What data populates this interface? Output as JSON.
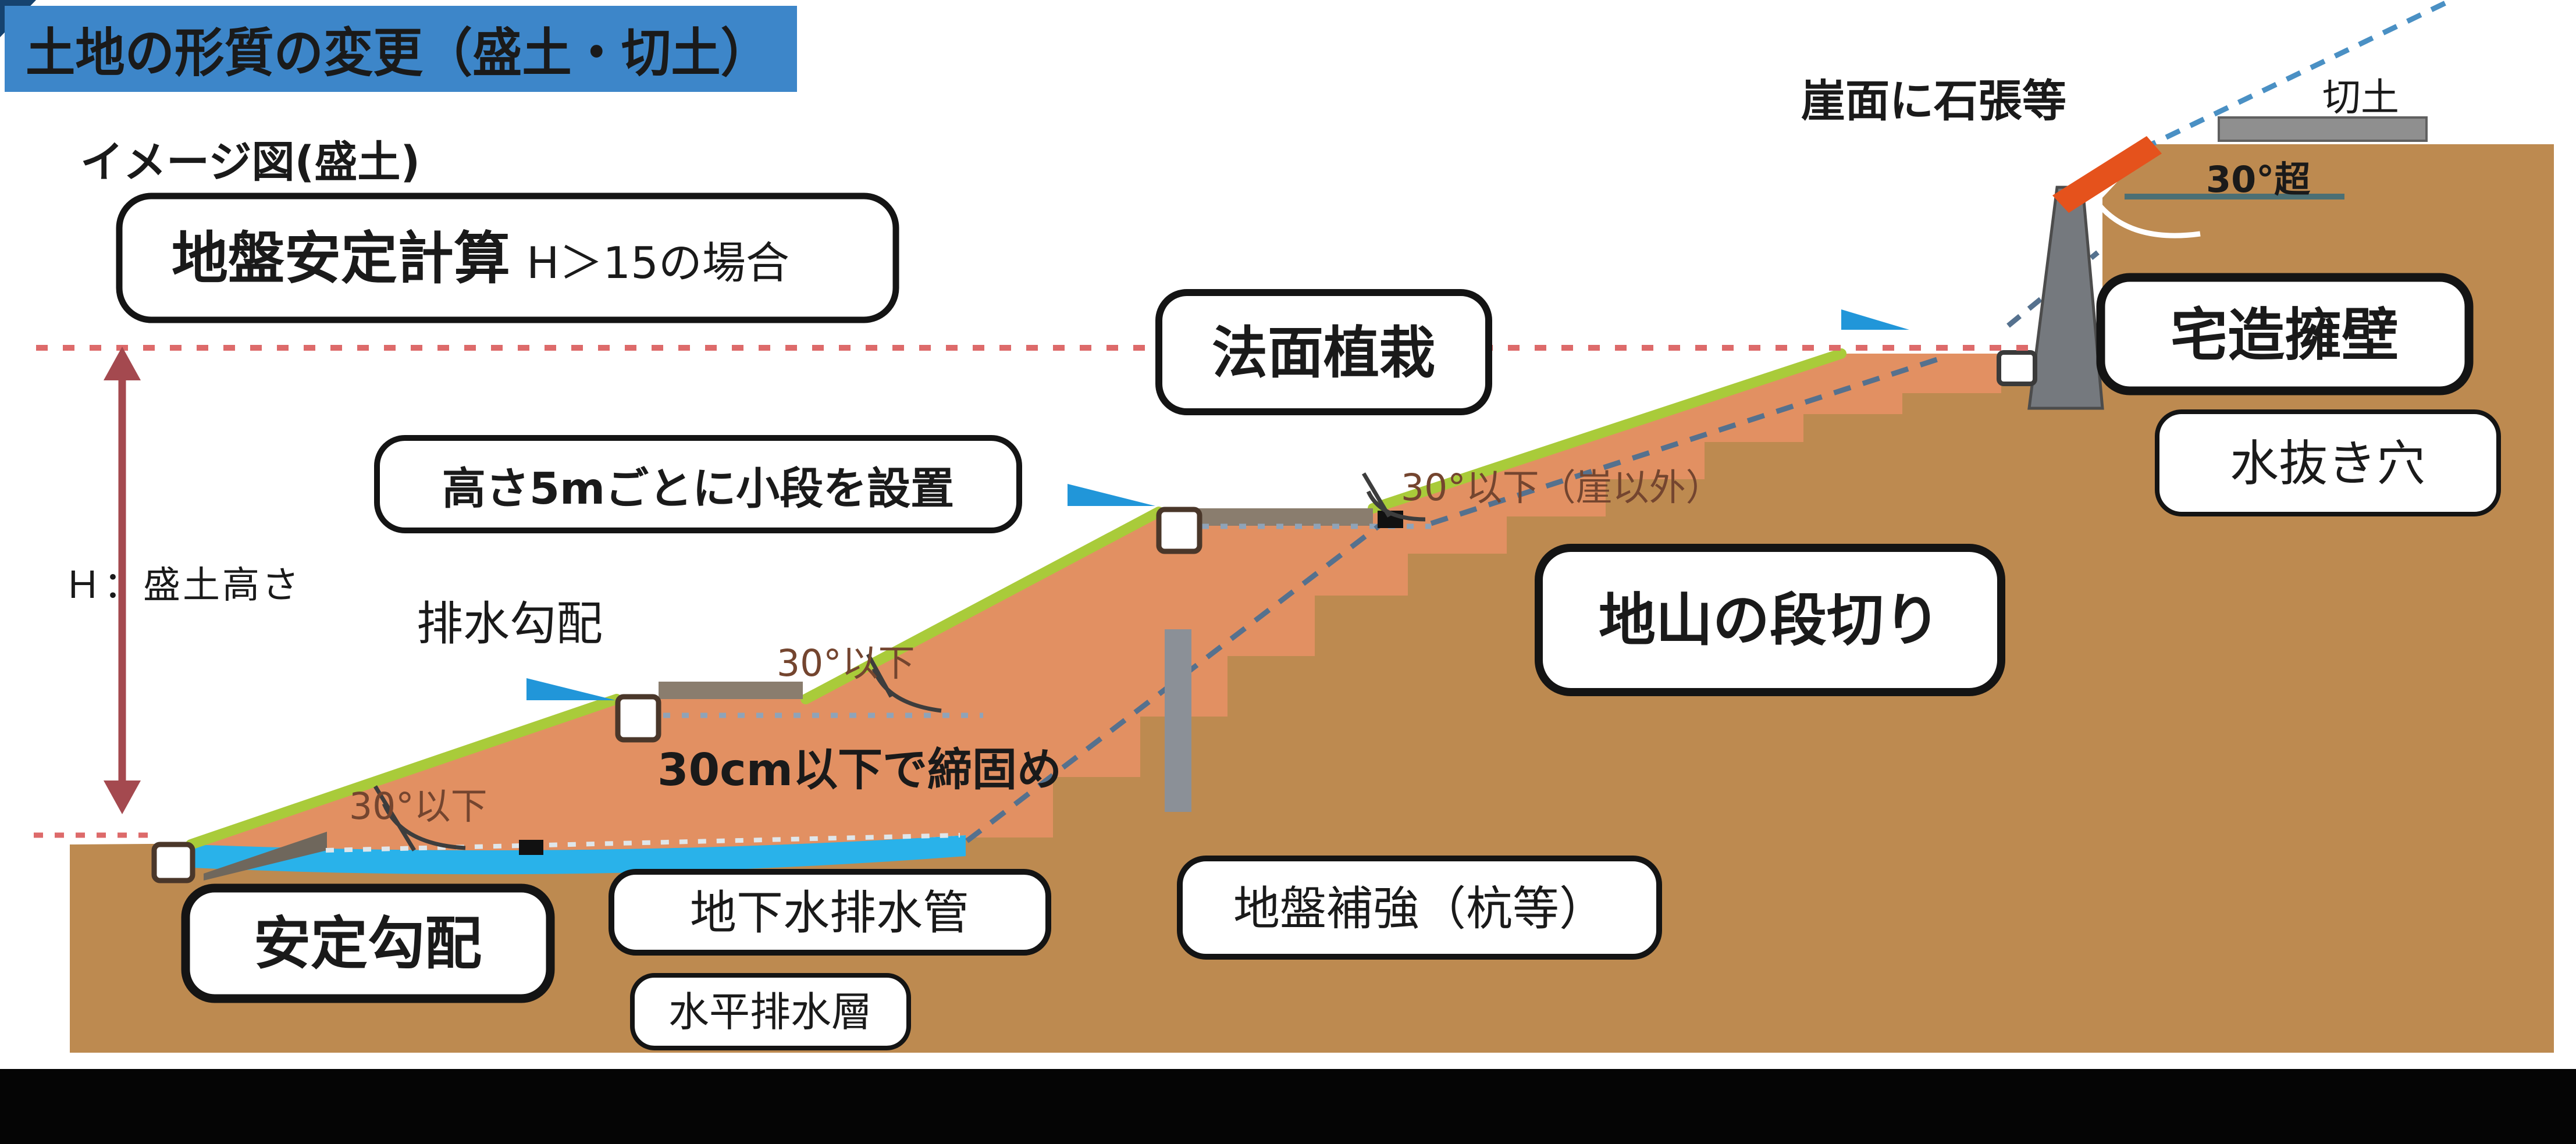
{
  "banner": {
    "title": "土地の形質の変更（盛土・切土）"
  },
  "caption": "イメージ図(盛土)",
  "callouts": {
    "stability_main": "地盤安定計算",
    "stability_cond": "H＞15の場合",
    "bench_interval": "高さ5mごとに小段を設置",
    "slope_planting": "法面植栽",
    "hill_benching": "地山の段切り",
    "retaining_wall": "宅造擁壁",
    "drain_hole": "水抜き穴",
    "ground_reinforcement": "地盤補強（杭等）",
    "stable_slope": "安定勾配",
    "groundwater_drain_pipe": "地下水排水管",
    "horizontal_drain_layer": "水平排水層"
  },
  "annotations": {
    "fill_height": "Ｈ：盛土高さ",
    "drainage_gradient": "排水勾配",
    "compaction": "30cm以下で締固め",
    "angle_toe": "30°以下",
    "angle_mid": "30°以下",
    "angle_upper": "30°以下（崖以外）",
    "angle_over": "30°超",
    "stone_facing": "崖面に石張等",
    "cut_earth": "切土"
  },
  "colors": {
    "banner_blue": "#3d86c9",
    "banner_corner": "#16436f",
    "fill_soil": "#e29062",
    "natural_ground": "#bd8a50",
    "drainage_water": "#29b2ea",
    "grass_green": "#a9cb3a",
    "height_red": "#f02b1d",
    "arrow_red": "#a4494f",
    "level_dash_red": "#dd6a6a",
    "ground_dash_blue": "#55718e",
    "cut_dash_blue": "#4a90c4",
    "stone_orange": "#e5521c",
    "wall_gray": "#75797e",
    "berm_gray": "#8a7d6e",
    "pile_gray": "#8b9097",
    "triangle_blue": "#2196d9",
    "footer_black": "#050505"
  }
}
